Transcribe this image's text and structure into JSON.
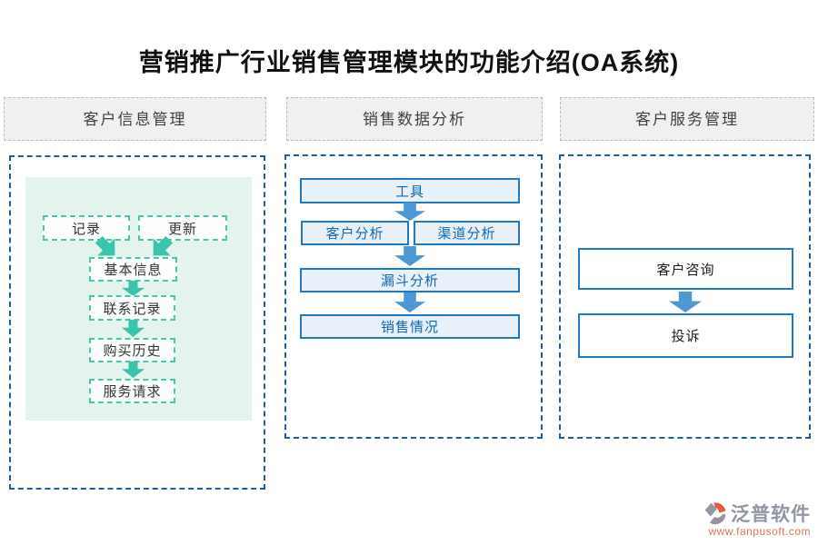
{
  "title": "营销推广行业销售管理模块的功能介绍(OA系统)",
  "columns": [
    {
      "header": "客户信息管理",
      "sources": [
        "记录",
        "更新"
      ],
      "steps": [
        "基本信息",
        "联系记录",
        "购买历史",
        "服务请求"
      ]
    },
    {
      "header": "销售数据分析",
      "tool": "工具",
      "branches": [
        "客户分析",
        "渠道分析"
      ],
      "steps": [
        "漏斗分析",
        "销售情况"
      ]
    },
    {
      "header": "客户服务管理",
      "steps": [
        "客户咨询",
        "投诉"
      ]
    }
  ],
  "branding": {
    "company": "泛普软件",
    "website": "www.fanpusoft.com"
  },
  "colors": {
    "teal_accent": "#3cc3ab",
    "panel_green": "#e5f3ed",
    "blue_border": "#1e7ac4",
    "blue_text": "#1268b3",
    "arrow_blue": "#4e97d5",
    "outer_dashed_blue": "#1d5f9e",
    "header_gray_bg": "#f0f0f0",
    "brand_orange": "#e55a3a",
    "brand_gray": "#9097a3"
  }
}
